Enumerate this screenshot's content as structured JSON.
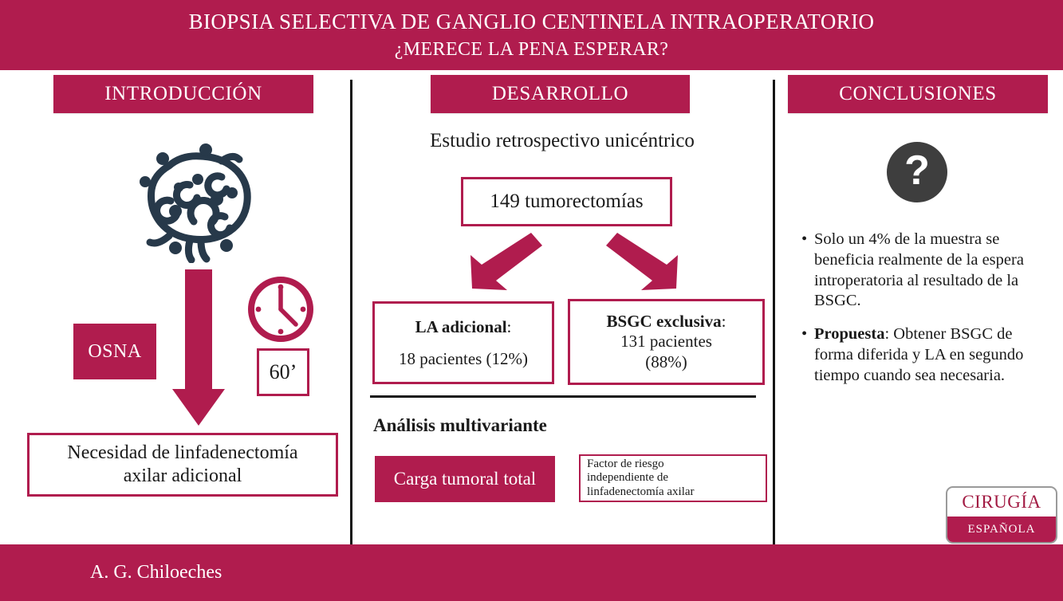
{
  "header": {
    "title_line1": "BIOPSIA SELECTIVA DE GANGLIO CENTINELA INTRAOPERATORIO",
    "title_line2": "¿MERECE LA PENA ESPERAR?",
    "bg_color": "#b01c4e"
  },
  "sections": {
    "intro_label": "INTRODUCCIÓN",
    "desarrollo_label": "DESARROLLO",
    "conclusiones_label": "CONCLUSIONES"
  },
  "intro": {
    "cell_icon": "tumor-cell-icon",
    "clock_icon": "clock-icon",
    "time_value": "60’",
    "osna_label": "OSNA",
    "arrow_icon": "down-arrow-icon",
    "outcome_line1": "Necesidad de linfadenectomía",
    "outcome_line2": "axilar adicional"
  },
  "desarrollo": {
    "subtitle": "Estudio retrospectivo unicéntrico",
    "cohort_label": "149 tumorectomías",
    "arrow_left_icon": "diagonal-arrow-down-left-icon",
    "arrow_right_icon": "diagonal-arrow-down-right-icon",
    "branch_left": {
      "title": "LA adicional",
      "title_suffix": ":",
      "detail": "18 pacientes (12%)"
    },
    "branch_right": {
      "title": "BSGC exclusiva",
      "title_suffix": ":",
      "detail_line1": "131 pacientes",
      "detail_line2": "(88%)"
    },
    "analysis_heading": "Análisis multivariante",
    "factor_label": "Carga tumoral total",
    "factor_description_line1": "Factor de riesgo",
    "factor_description_line2": "independiente de",
    "factor_description_line3": "linfadenectomía axilar"
  },
  "conclusiones": {
    "question_icon": "question-mark-icon",
    "bullet_glyph": "•",
    "items": [
      {
        "lead": "",
        "text": "Solo un 4% de la muestra se beneficia realmente de la espera introperatoria al resultado de la BSGC."
      },
      {
        "lead": "Propuesta",
        "text": ": Obtener BSGC de forma diferida y LA en segundo tiempo cuando sea necesaria."
      }
    ]
  },
  "logo": {
    "top_text": "CIRUGÍA",
    "bottom_text": "ESPAÑOLA"
  },
  "footer": {
    "author": "A. G. Chiloeches"
  },
  "colors": {
    "crimson": "#b01c4e",
    "dark_navy": "#27394a",
    "dark_gray": "#3e3e3e",
    "divider": "#141414"
  }
}
